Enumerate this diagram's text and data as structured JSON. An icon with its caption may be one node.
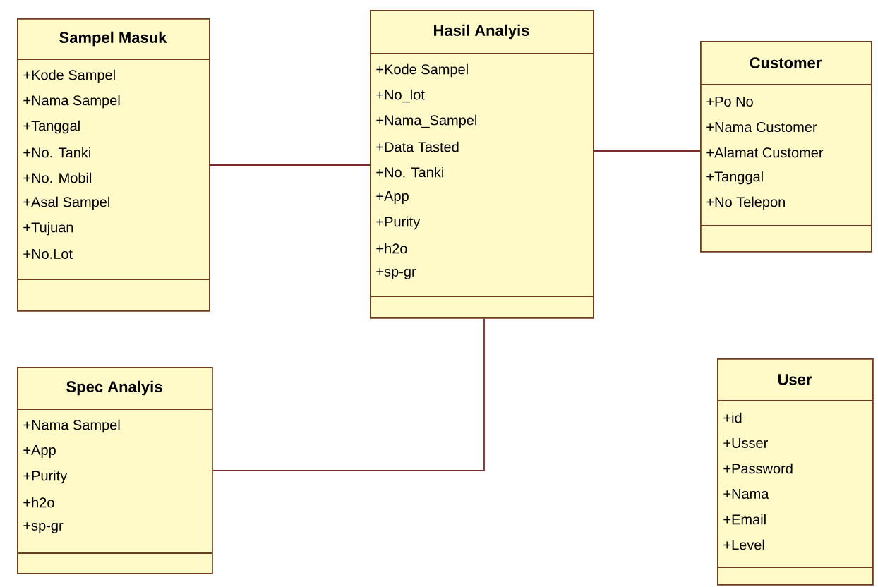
{
  "diagram": {
    "nodes": [
      {
        "text": [
          "Sampel Masuk",
          "+Kode Sampel",
          "+Nama Sampel",
          "+Tanggal",
          "+No. Tanki",
          "+No. Mobil",
          "+Asal Sampel",
          "+Tujuan",
          "+No.Lot"
        ]
      },
      {
        "text": [
          "Hasil Analyis",
          "+Kode Sampel",
          "+No_lot",
          "+Nama_Sampel",
          "+Data Tasted",
          "+No. Tanki",
          "+App",
          "+Purity",
          "+h2o",
          "+sp-gr"
        ]
      },
      {
        "text": [
          "Customer",
          "+Po No",
          "+Nama Customer",
          "+Alamat Customer",
          "+Tanggal",
          "+No Telepon"
        ]
      },
      {
        "text": [
          "Spec Analyis",
          "+Nama Sampel",
          "+App",
          "+Purity",
          "+h2o",
          "+sp-gr"
        ]
      },
      {
        "text": [
          "User",
          "+id",
          "+Usser",
          "+Password",
          "+Nama",
          "+Email",
          "+Level"
        ]
      }
    ],
    "edges": [
      {
        "from": 0,
        "to": 1,
        "arrow": "none"
      },
      {
        "from": 1,
        "to": 2,
        "arrow": "none"
      },
      {
        "from": 1,
        "to": 3,
        "arrow": "none"
      }
    ]
  }
}
